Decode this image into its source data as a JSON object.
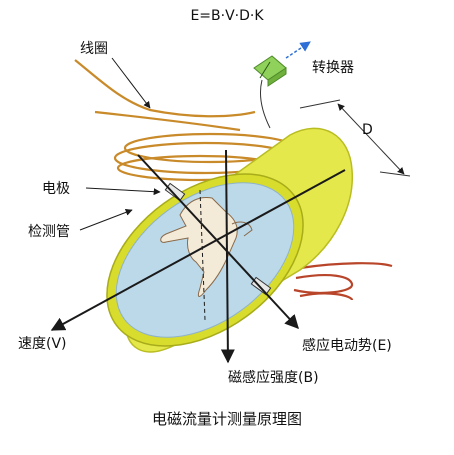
{
  "formula": "E=B·V·D·K",
  "labels": {
    "coil": "线圈",
    "converter": "转换器",
    "diameter": "D",
    "electrode": "电极",
    "measuring_tube": "检测管",
    "velocity": "速度(V)",
    "emf": "感应电动势(E)",
    "magnetic_field": "磁感应强度(B)"
  },
  "caption": "电磁流量计测量原理图",
  "colors": {
    "tube_body": "#e4e84a",
    "tube_end_rim": "#d8dc2c",
    "fluid": "#bcd9ea",
    "coil": "#c98a2a",
    "coil_lower": "#b8452a",
    "converter": "#8fd15a",
    "converter_arrow": "#2d6fd6",
    "electrode": "#e8e8e8",
    "line": "#1a1a1a"
  },
  "icons": {
    "hand": "hand-in-fluid-illustration",
    "converter": "converter-box-icon"
  }
}
